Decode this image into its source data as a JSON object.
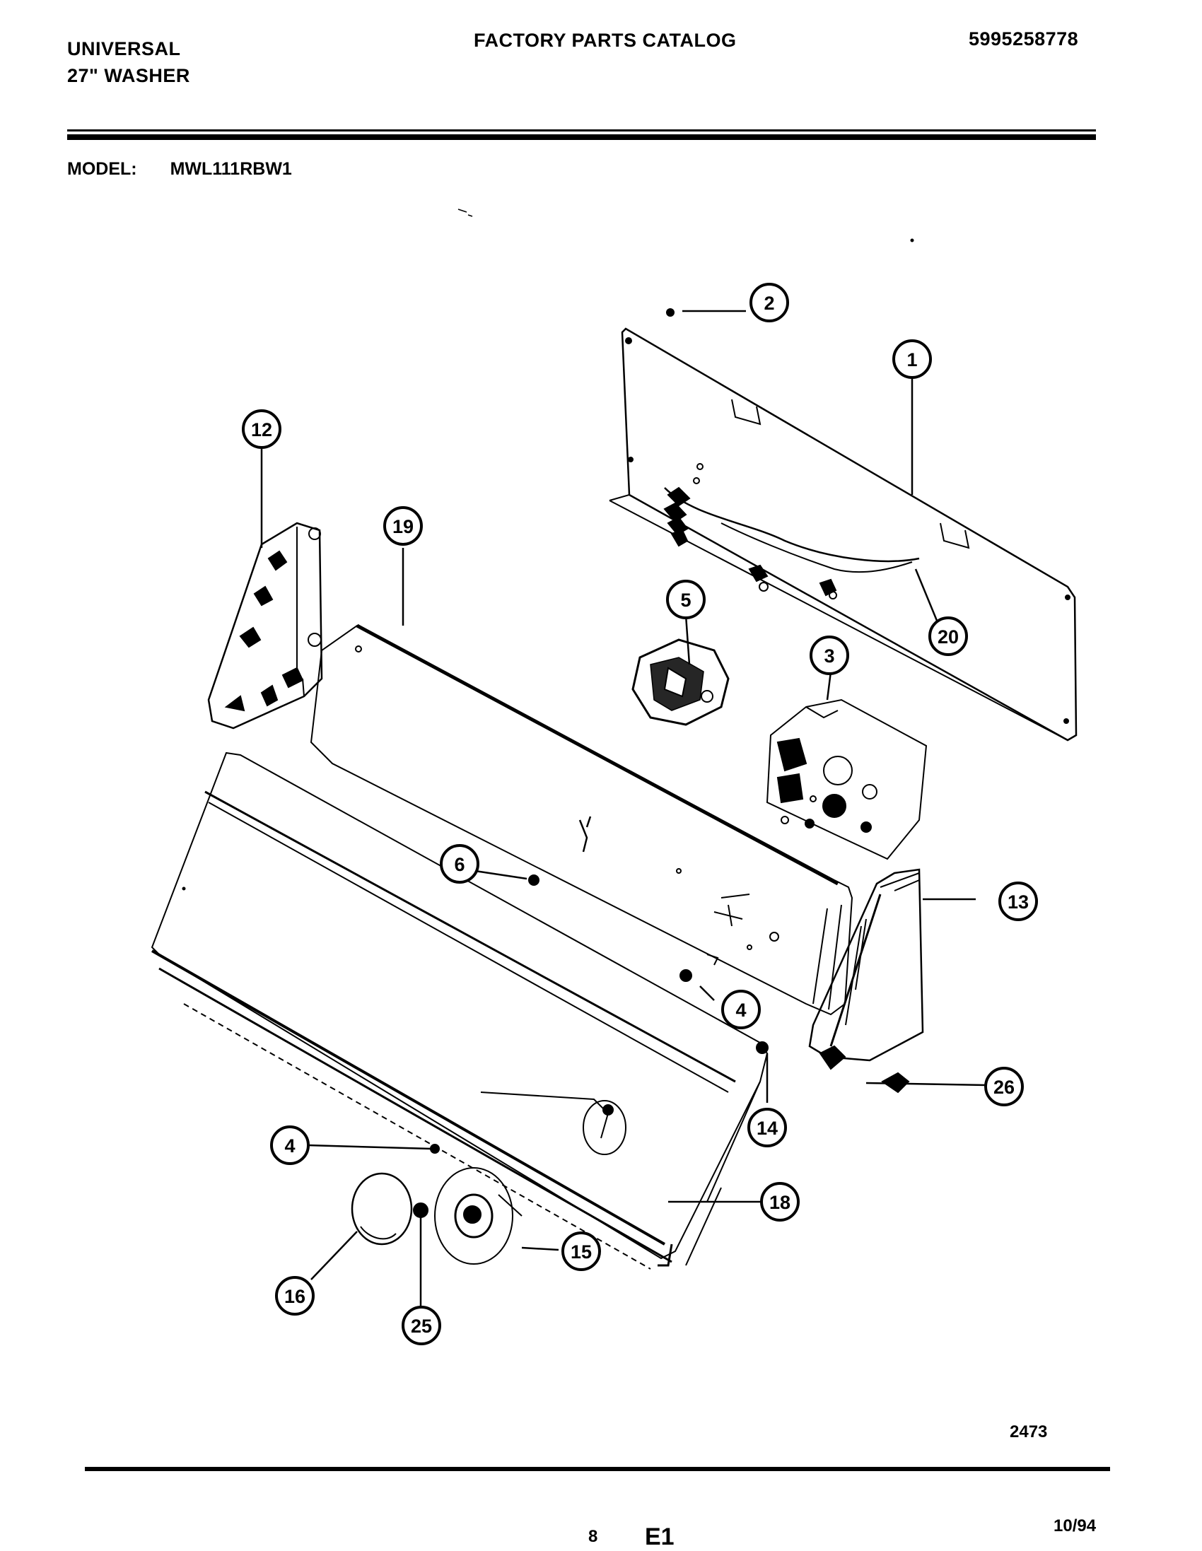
{
  "header": {
    "brand_line1": "UNIVERSAL",
    "brand_line2": "27\" WASHER",
    "catalog_title": "FACTORY PARTS CATALOG",
    "catalog_number": "5995258778"
  },
  "model": {
    "label": "MODEL:",
    "value": "MWL111RBW1"
  },
  "callouts": [
    "1",
    "2",
    "3",
    "4",
    "4",
    "5",
    "6",
    "12",
    "13",
    "14",
    "15",
    "16",
    "18",
    "19",
    "20",
    "25",
    "26"
  ],
  "footer": {
    "figure_number": "2473",
    "page_number": "8",
    "section_code": "E1",
    "date": "10/94"
  }
}
